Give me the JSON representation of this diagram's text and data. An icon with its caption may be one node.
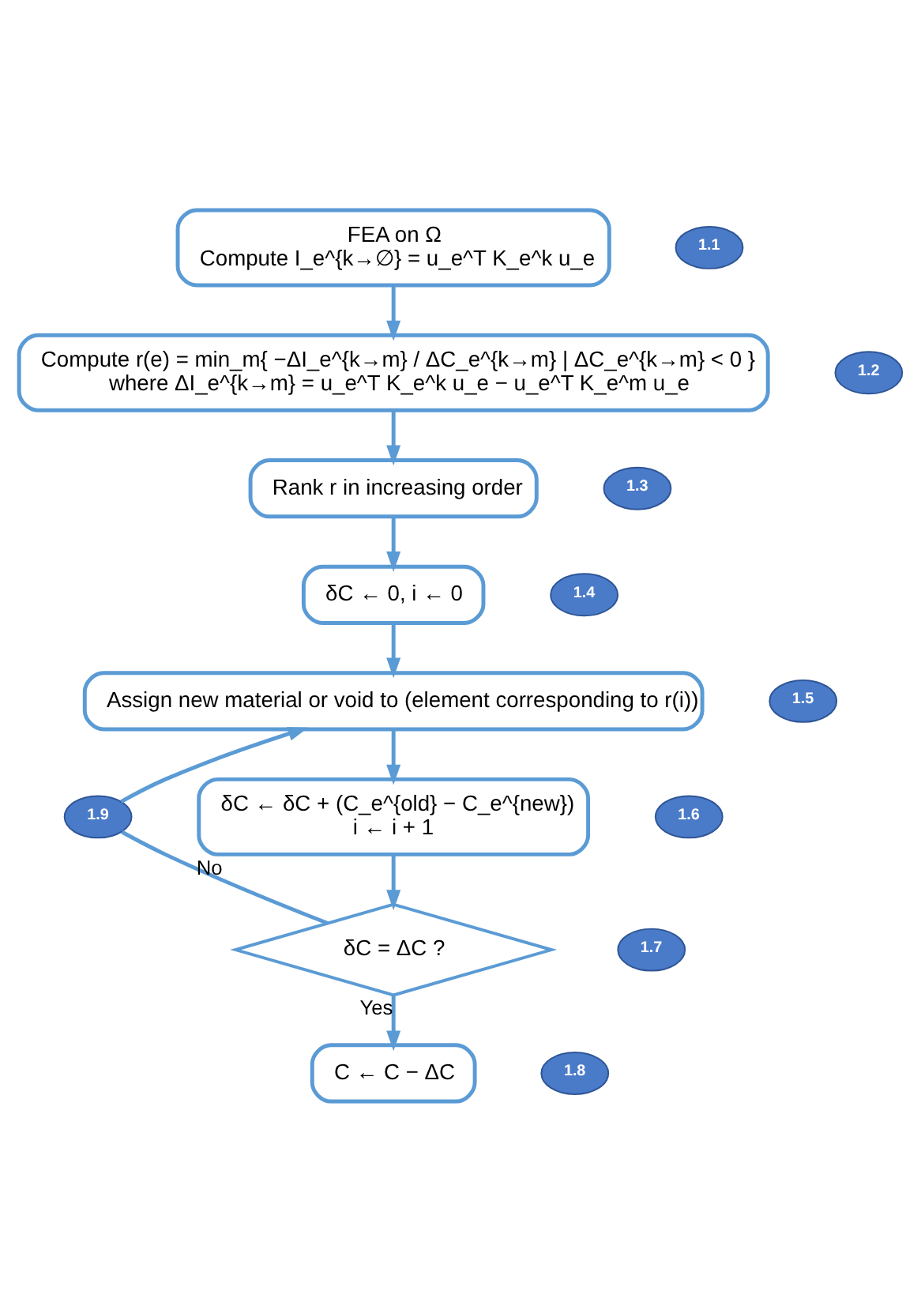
{
  "diagram": {
    "nodes": [
      {
        "text": [
          "FEA on Ω",
          "Compute I_e^{k→∅} = u_e^T K_e^k u_e"
        ]
      },
      {
        "text": [
          "1.1"
        ]
      },
      {
        "text": [
          "Compute r(e) = min_m{ −ΔI_e^{k→m} / ΔC_e^{k→m} | ΔC_e^{k→m} < 0 }",
          "where ΔI_e^{k→m} = u_e^T K_e^k u_e − u_e^T K_e^m u_e"
        ]
      },
      {
        "text": [
          "1.2"
        ]
      },
      {
        "text": [
          "Rank r in increasing order"
        ]
      },
      {
        "text": [
          "1.3"
        ]
      },
      {
        "text": [
          "δC ← 0, i ← 0"
        ]
      },
      {
        "text": [
          "1.4"
        ]
      },
      {
        "text": [
          "Assign new material or void to (element corresponding to r(i))"
        ]
      },
      {
        "text": [
          "1.5"
        ]
      },
      {
        "text": [
          "1.9"
        ]
      },
      {
        "text": [
          "δC ← δC + (C_e^{old} − C_e^{new})",
          "i ← i + 1"
        ]
      },
      {
        "text": [
          "1.6"
        ]
      },
      {
        "text": [
          "δC = ΔC ?"
        ]
      },
      {
        "text": [
          "1.7"
        ]
      },
      {
        "text": [
          "C ← C − ΔC"
        ]
      },
      {
        "text": [
          "1.8"
        ]
      }
    ],
    "edges": [
      {
        "from": 0,
        "to": 2,
        "arrow": "to"
      },
      {
        "from": 2,
        "to": 4,
        "arrow": "to"
      },
      {
        "from": 4,
        "to": 6,
        "arrow": "to"
      },
      {
        "from": 6,
        "to": 8,
        "arrow": "to"
      },
      {
        "from": 8,
        "to": 11,
        "arrow": "to"
      },
      {
        "from": 11,
        "to": 13,
        "arrow": "to"
      },
      {
        "from": 13,
        "to": 15,
        "arrow": "to",
        "label": "Yes"
      },
      {
        "from": 13,
        "to": 10,
        "arrow": "none",
        "label": "No"
      },
      {
        "from": 10,
        "to": 8,
        "arrow": "to"
      }
    ]
  }
}
